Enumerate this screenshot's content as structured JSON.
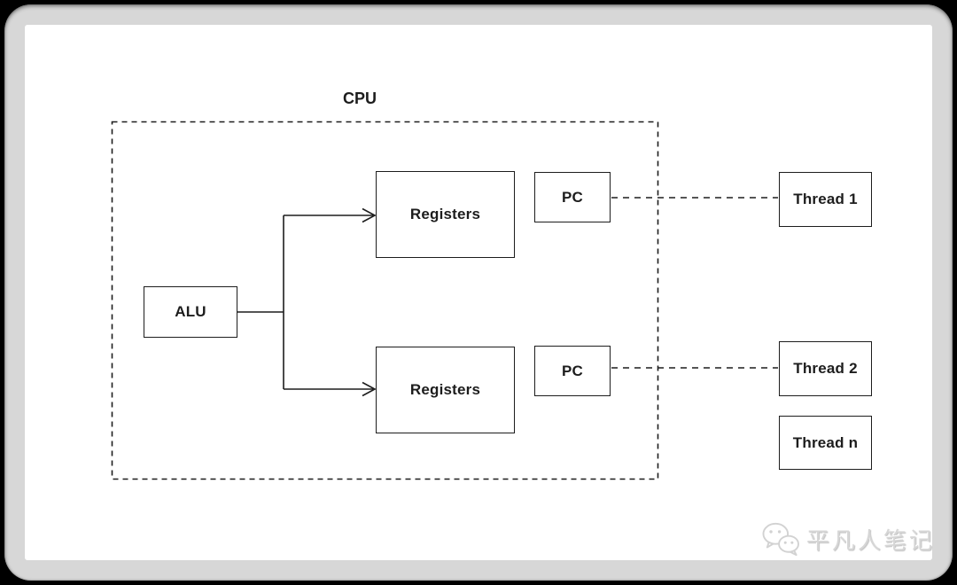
{
  "diagram": {
    "group_label": "CPU",
    "nodes": {
      "alu": {
        "label": "ALU"
      },
      "registers_top": {
        "label": "Registers"
      },
      "registers_bottom": {
        "label": "Registers"
      },
      "pc_top": {
        "label": "PC"
      },
      "pc_bottom": {
        "label": "PC"
      },
      "thread1": {
        "label": "Thread 1"
      },
      "thread2": {
        "label": "Thread 2"
      },
      "threadn": {
        "label": "Thread n"
      }
    },
    "edges": [
      {
        "from": "alu",
        "to": "registers_top",
        "style": "solid-arrow"
      },
      {
        "from": "alu",
        "to": "registers_bottom",
        "style": "solid-arrow"
      },
      {
        "from": "pc_top",
        "to": "thread1",
        "style": "dashed"
      },
      {
        "from": "pc_bottom",
        "to": "thread2",
        "style": "dashed"
      }
    ],
    "colors": {
      "line": "#1d1d1d",
      "box_fill": "#ffffff",
      "canvas": "#ffffff",
      "frame_ring": "#d7d7d7",
      "outer_background": "#000000"
    }
  },
  "watermark": {
    "icon": "wechat-icon",
    "text": "平凡人笔记",
    "color": "#d6d6d6"
  }
}
